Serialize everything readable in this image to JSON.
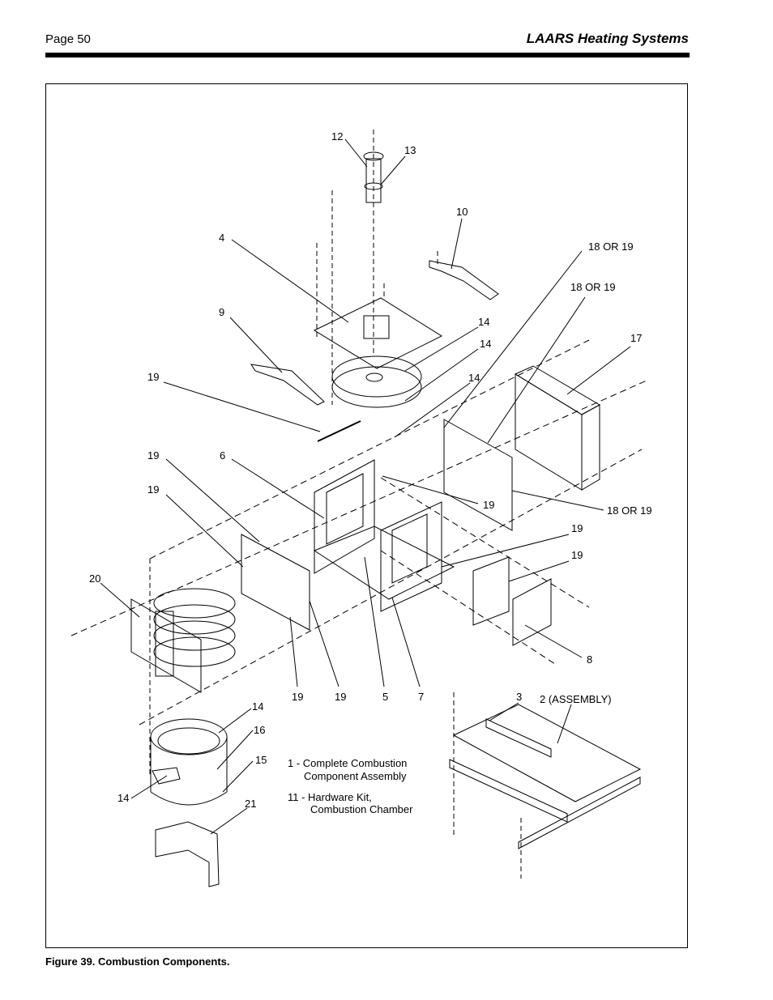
{
  "header": {
    "page": "Page 50",
    "brand": "LAARS Heating Systems"
  },
  "caption": "Figure 39. Combustion Components.",
  "labels": {
    "l12": "12",
    "l13": "13",
    "l10": "10",
    "l4": "4",
    "l18a": "18 OR 19",
    "l18b": "18 OR 19",
    "l17": "17",
    "l9": "9",
    "l14a": "14",
    "l14b": "14",
    "l14c": "14",
    "l19a": "19",
    "l19b": "19",
    "l6": "6",
    "l19c": "19",
    "l19d": "19",
    "l18c": "18 OR 19",
    "l19e": "19",
    "l19f": "19",
    "l20": "20",
    "l8": "8",
    "l19g": "19",
    "l19h": "19",
    "l5": "5",
    "l7": "7",
    "l3": "3",
    "l2": "2 (ASSEMBLY)",
    "l14d": "14",
    "l16": "16",
    "l15": "15",
    "l14e": "14",
    "l21": "21"
  },
  "legend": {
    "item1_line1": "1 - Complete Combustion",
    "item1_line2": "Component Assembly",
    "item11_line1": "11 - Hardware Kit,",
    "item11_line2": "Combustion Chamber"
  }
}
